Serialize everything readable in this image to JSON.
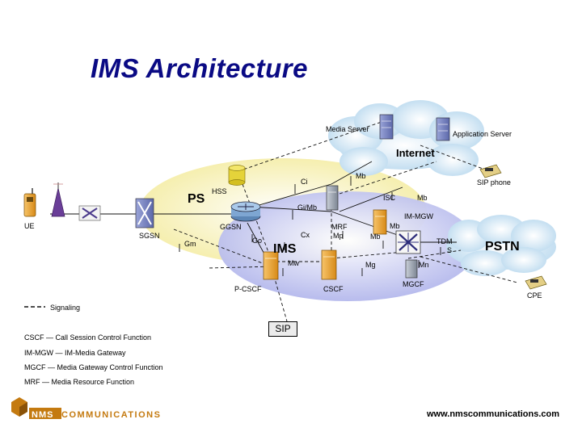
{
  "slide": {
    "title": "IMS Architecture",
    "url": "www.nmscommunications.com"
  },
  "brand": {
    "logo_letters": "NMS",
    "logo_word": "COMMUNICATIONS",
    "colors": {
      "accent": "#c47a10",
      "title": "#0a0a84"
    }
  },
  "diagram": {
    "nodes": {
      "media_server": "Media Server",
      "application_server": "Application Server",
      "internet": "Internet",
      "sip_phone": "SIP phone",
      "hss": "HSS",
      "ps": "PS",
      "ue": "UE",
      "sgsn": "SGSN",
      "ggsn": "GGSN",
      "ims": "IMS",
      "mrf": "MRF",
      "im_mgw": "IM-MGW",
      "tdm": "TDM",
      "pstn": "PSTN",
      "p_cscf": "P-CSCF",
      "cscf": "CSCF",
      "mgcf": "MGCF",
      "cpe": "CPE",
      "isc": "ISC"
    },
    "interfaces": {
      "mb_top": "Mb",
      "ci": "Ci",
      "gi_mb": "Gi/Mb",
      "mb_right": "Mb",
      "mp": "Mp",
      "mb_mid": "Mb",
      "gm": "Gm",
      "go": "Go",
      "cx": "Cx",
      "mw": "Mw",
      "mg": "Mg",
      "mn": "Mn",
      "sig_s": "S"
    }
  },
  "legend": {
    "signaling": "Signaling",
    "sip": "SIP",
    "definitions": [
      "CSCF — Call Session Control Function",
      "IM-MGW — IM-Media Gateway",
      "MGCF — Media Gateway Control Function",
      "MRF — Media Resource Function"
    ]
  }
}
